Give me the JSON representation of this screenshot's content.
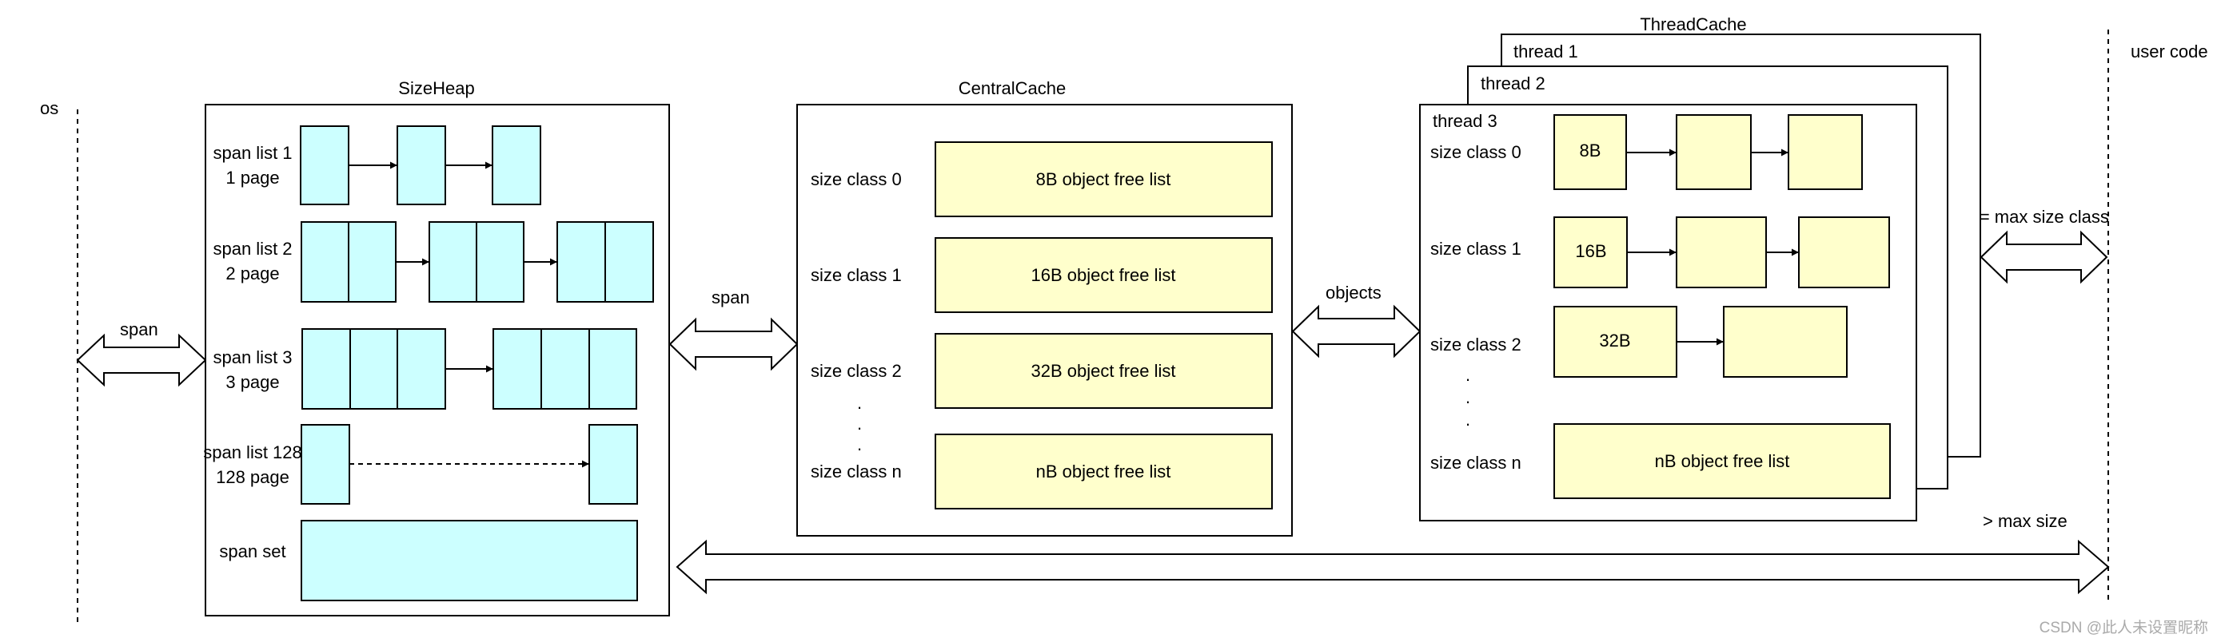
{
  "labels": {
    "os": "os",
    "user_code": "user code",
    "span_left": "span",
    "span_mid": "span",
    "objects": "objects",
    "max_size_class": "<= max size class",
    "max_size": "> max size"
  },
  "size_heap": {
    "title": "SizeHeap",
    "rows": [
      {
        "line1": "span list 1",
        "line2": "1 page"
      },
      {
        "line1": "span list 2",
        "line2": "2 page"
      },
      {
        "line1": "span list 3",
        "line2": "3 page"
      },
      {
        "line1": "span list 128",
        "line2": "128 page"
      }
    ],
    "span_set": "span set"
  },
  "central_cache": {
    "title": "CentralCache",
    "rows": [
      {
        "label": "size class 0",
        "list": "8B object free list"
      },
      {
        "label": "size class 1",
        "list": "16B object free list"
      },
      {
        "label": "size class 2",
        "list": "32B object free list"
      },
      {
        "label": "size class n",
        "list": "nB object free list"
      }
    ],
    "dots": "."
  },
  "thread_cache": {
    "title": "ThreadCache",
    "threads": [
      "thread 1",
      "thread 2",
      "thread 3"
    ],
    "rows": [
      {
        "label": "size class 0",
        "first": "8B"
      },
      {
        "label": "size class 1",
        "first": "16B"
      },
      {
        "label": "size class 2",
        "first": "32B"
      },
      {
        "label": "size class n",
        "first": "nB object free list"
      }
    ],
    "dots": "."
  },
  "watermark": "CSDN @此人未设置昵称",
  "colors": {
    "span_fill": "#ccffff",
    "object_fill": "#ffffcc",
    "stroke": "#000000"
  }
}
